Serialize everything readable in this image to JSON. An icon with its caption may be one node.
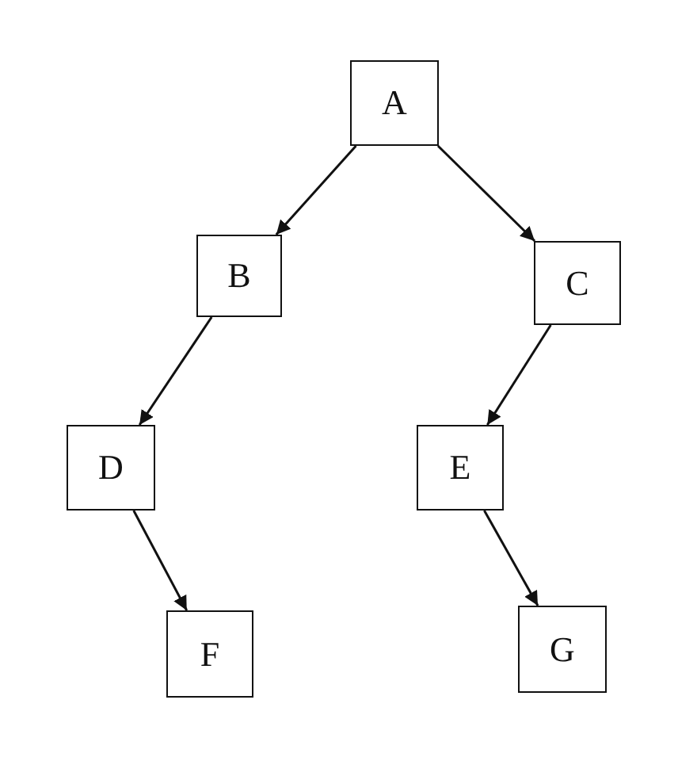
{
  "diagram": {
    "nodes": [
      {
        "text": [
          "A"
        ]
      },
      {
        "text": [
          "B"
        ]
      },
      {
        "text": [
          "C"
        ]
      },
      {
        "text": [
          "D"
        ]
      },
      {
        "text": [
          "E"
        ]
      },
      {
        "text": [
          "F"
        ]
      },
      {
        "text": [
          "G"
        ]
      }
    ],
    "edges": [
      {
        "from": 0,
        "to": 1,
        "arrow": "to"
      },
      {
        "from": 0,
        "to": 2,
        "arrow": "to"
      },
      {
        "from": 1,
        "to": 3,
        "arrow": "to"
      },
      {
        "from": 2,
        "to": 4,
        "arrow": "to"
      },
      {
        "from": 3,
        "to": 5,
        "arrow": "to"
      },
      {
        "from": 4,
        "to": 6,
        "arrow": "to"
      }
    ]
  }
}
